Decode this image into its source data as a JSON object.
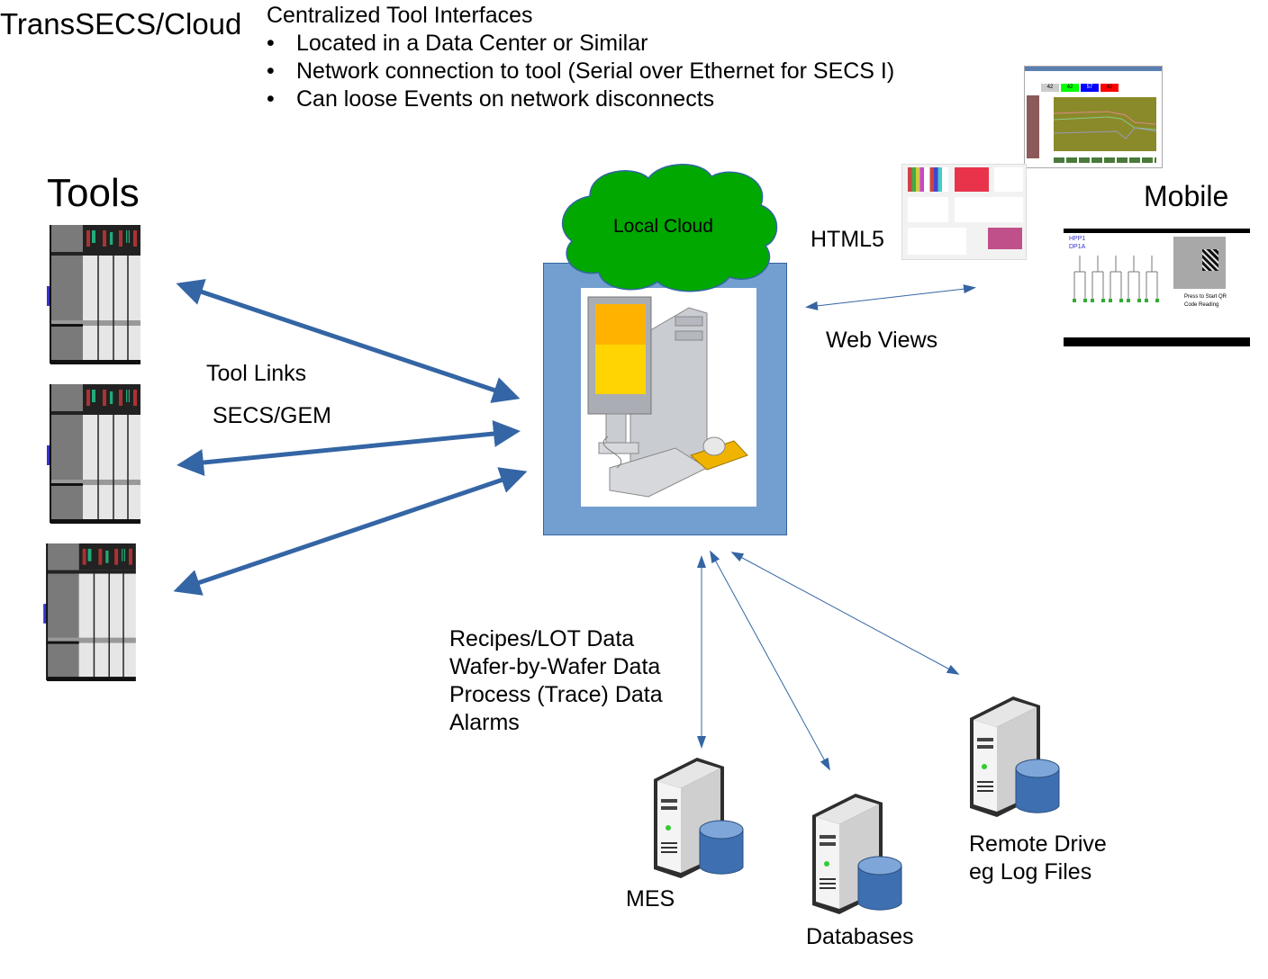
{
  "title": "TransSECS/Cloud",
  "intro": {
    "heading": "Centralized Tool Interfaces",
    "bullets": [
      "Located in a Data Center or Similar",
      "Network connection to tool (Serial over Ethernet for SECS I)",
      "Can loose Events on network disconnects"
    ]
  },
  "tools": {
    "heading": "Tools",
    "count": 3
  },
  "links": {
    "tool_links_label": "Tool Links",
    "protocol_label": "SECS/GEM"
  },
  "center": {
    "cloud_label": "Local Cloud",
    "server_icon": "desktop-computer-icon"
  },
  "web": {
    "html5_label": "HTML5",
    "web_views_label": "Web Views",
    "mobile_label": "Mobile",
    "dashboard_values": [
      "42",
      "42",
      "57",
      "42"
    ],
    "mobile_screen": {
      "lines": [
        "HPP1",
        "DP1A"
      ],
      "qr_hint": [
        "Press to Start QR",
        "Code Reading"
      ]
    }
  },
  "data_flow": {
    "lines": [
      "Recipes/LOT Data",
      "Wafer-by-Wafer Data",
      "Process (Trace) Data",
      "Alarms"
    ]
  },
  "endpoints": {
    "mes": "MES",
    "databases": "Databases",
    "remote_drive": [
      "Remote Drive",
      "eg Log Files"
    ]
  },
  "colors": {
    "arrow": "#3465a4",
    "box": "#729fcf",
    "cloud": "#00a800"
  }
}
